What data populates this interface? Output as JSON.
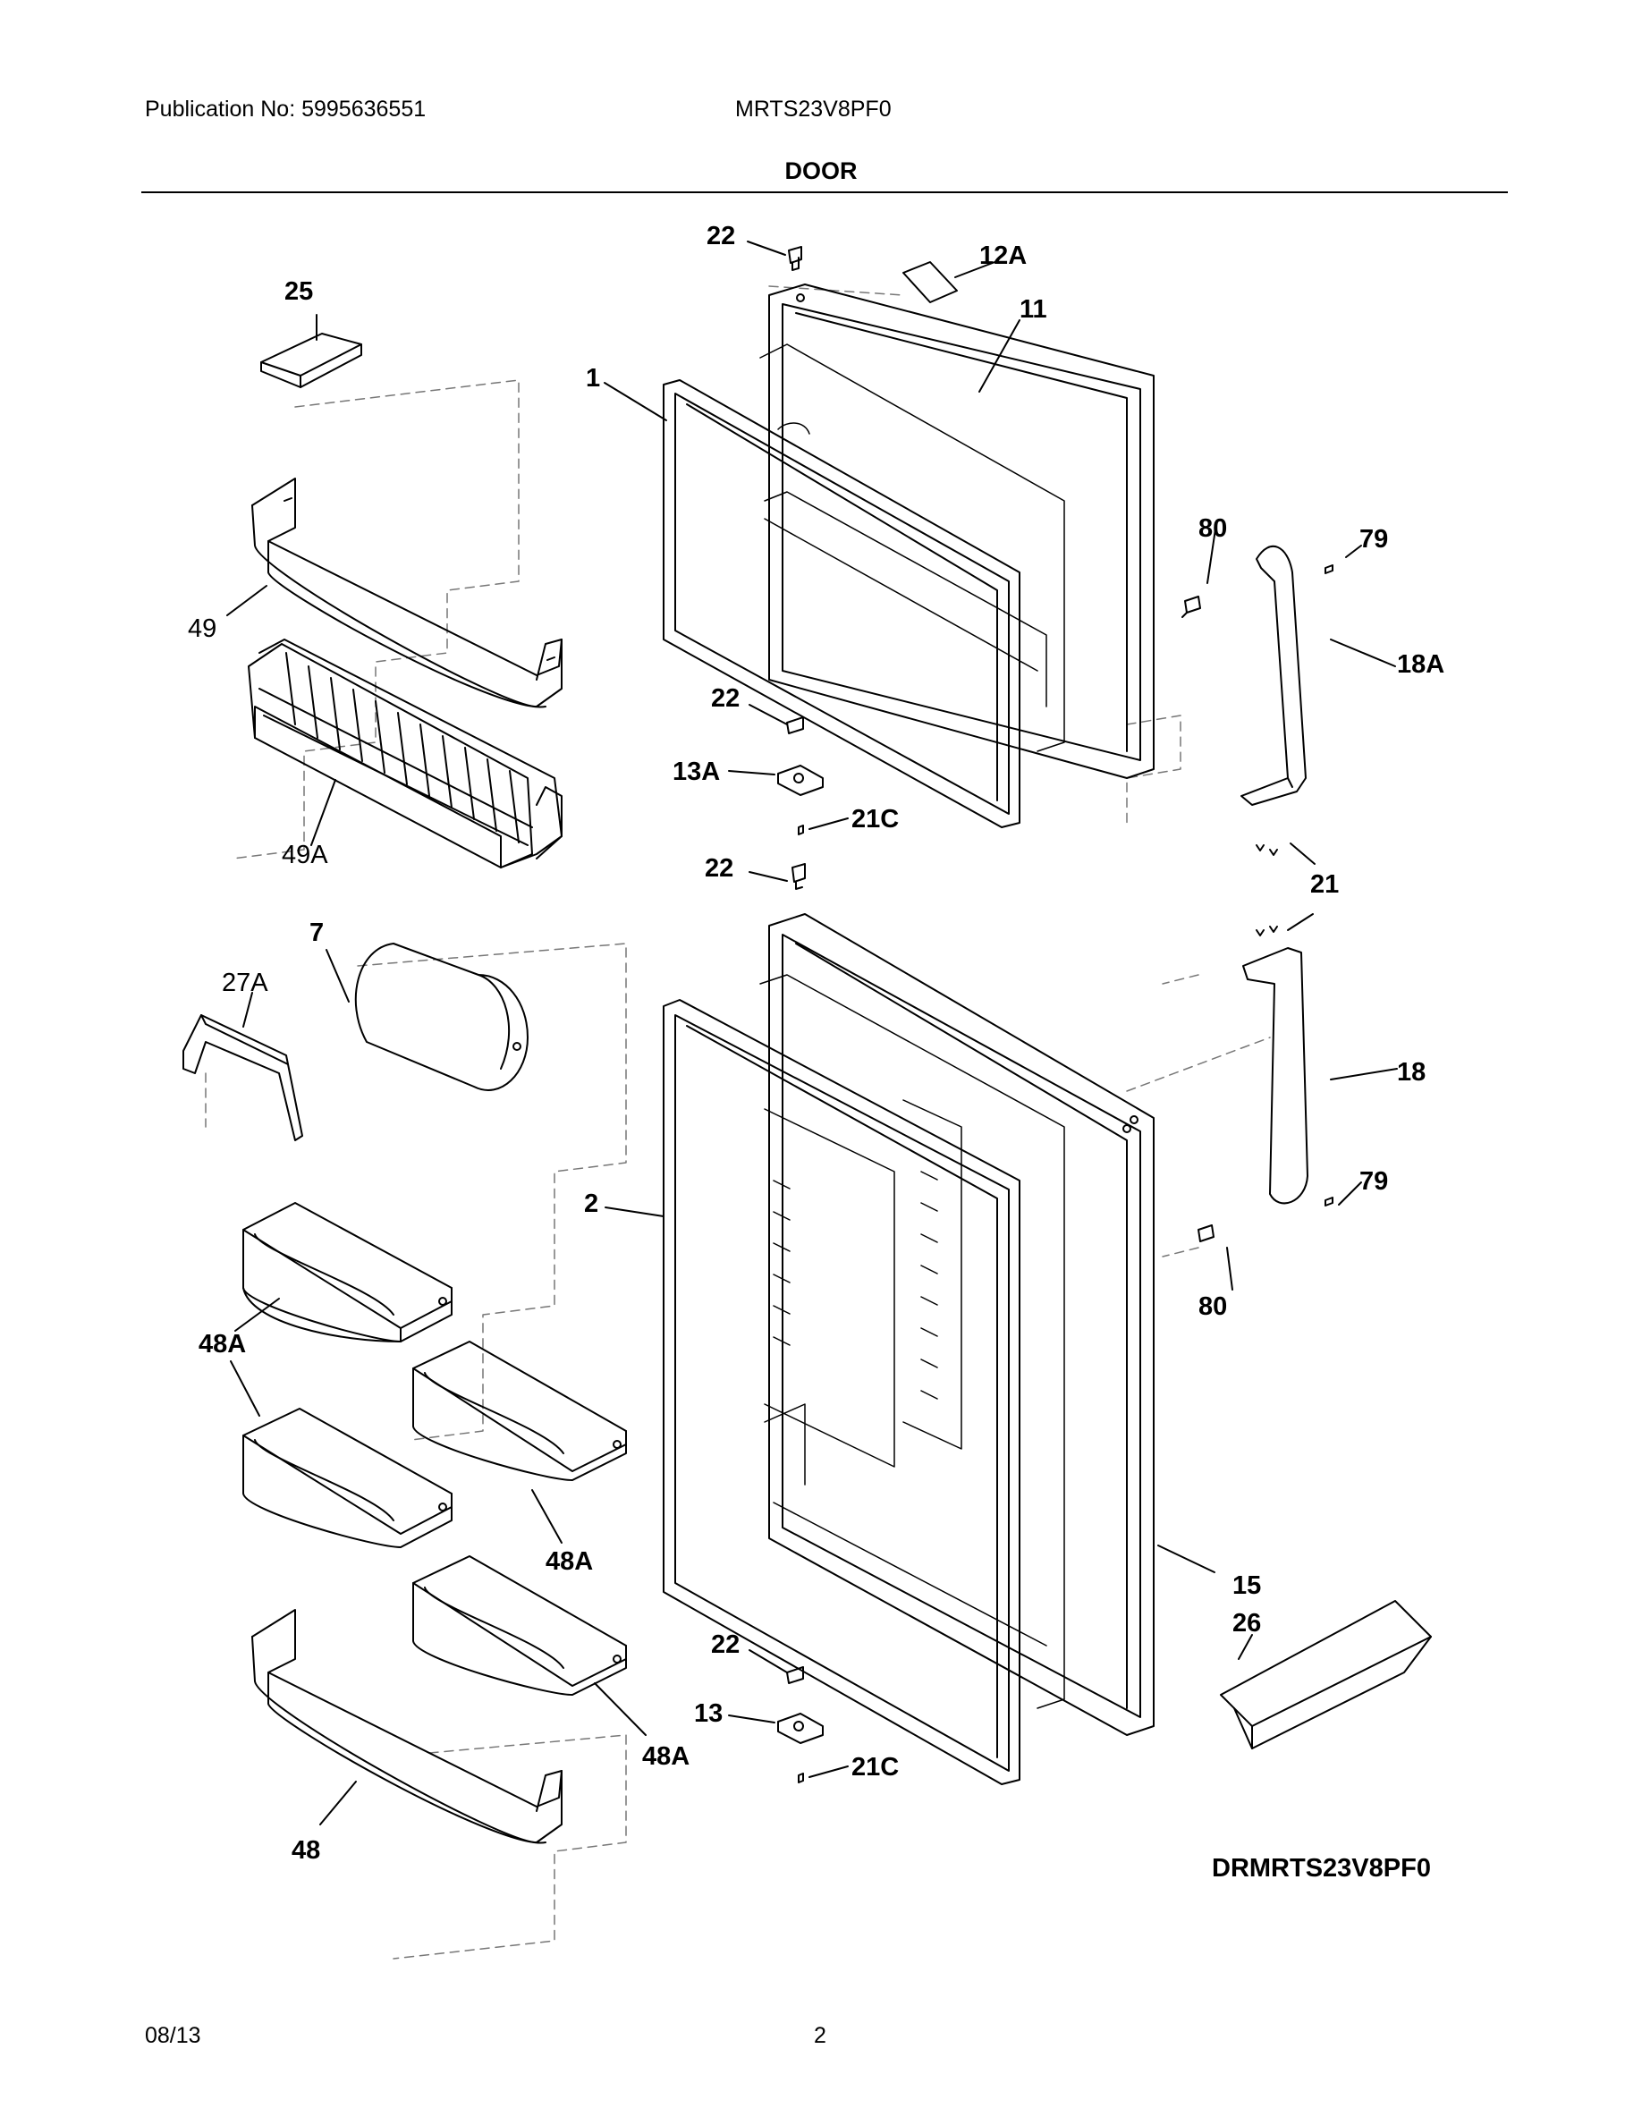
{
  "header": {
    "publication": "Publication No: 5995636551",
    "model": "MRTS23V8PF0",
    "title": "DOOR"
  },
  "diagram_code": "DRMRTS23V8PF0",
  "labels": {
    "l22a": "22",
    "l12a": "12A",
    "l11": "11",
    "l25": "25",
    "l1": "1",
    "l80a": "80",
    "l79a": "79",
    "l18a": "18A",
    "l49": "49",
    "l22b": "22",
    "l13a": "13A",
    "l21ca": "21C",
    "l49a": "49A",
    "l22c": "22",
    "l21": "21",
    "l7": "7",
    "l27a": "27A",
    "l18": "18",
    "l2": "2",
    "l79b": "79",
    "l80b": "80",
    "l48a1": "48A",
    "l48a2": "48A",
    "l15": "15",
    "l26": "26",
    "l22d": "22",
    "l13": "13",
    "l48a3": "48A",
    "l21cb": "21C",
    "l48": "48"
  },
  "footer": {
    "date": "08/13",
    "page": "2"
  }
}
